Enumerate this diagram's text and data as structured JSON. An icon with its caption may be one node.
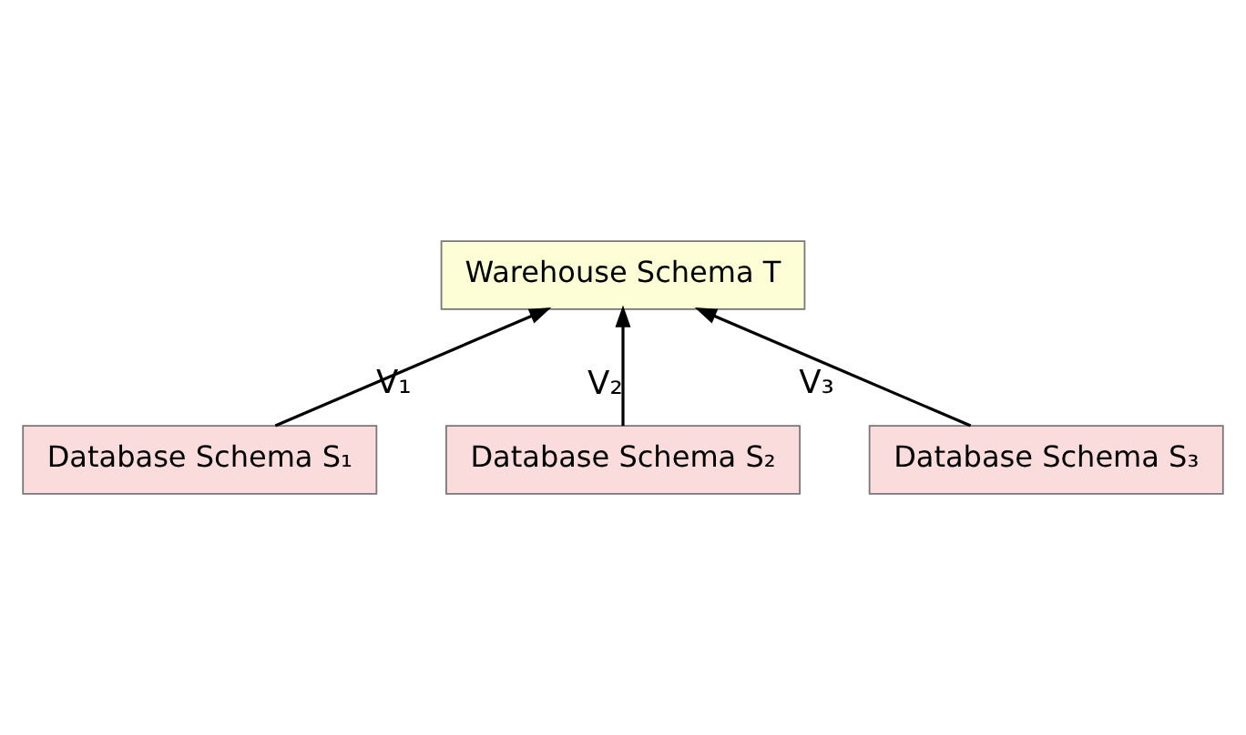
{
  "diagram": {
    "nodes": [
      {
        "text": [
          "Warehouse Schema T"
        ]
      },
      {
        "text": [
          "Database Schema S₁"
        ]
      },
      {
        "text": [
          "Database Schema S₂"
        ]
      },
      {
        "text": [
          "Database Schema S₃"
        ]
      }
    ],
    "edges": [
      {
        "from": 1,
        "to": 0,
        "arrow": "to",
        "label": "V₁"
      },
      {
        "from": 2,
        "to": 0,
        "arrow": "to",
        "label": "V₂"
      },
      {
        "from": 3,
        "to": 0,
        "arrow": "to",
        "label": "V₃"
      }
    ]
  }
}
